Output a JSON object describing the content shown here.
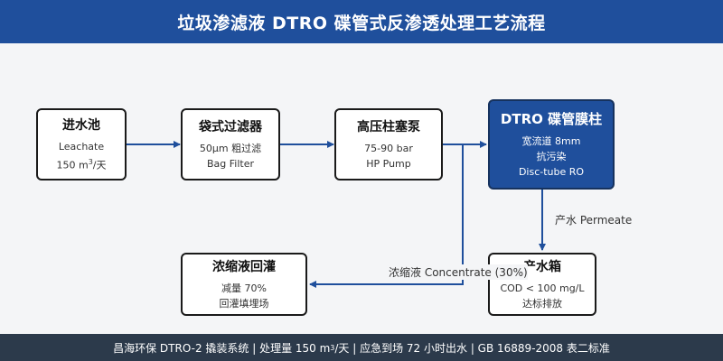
{
  "header": {
    "title": "垃圾渗滤液 DTRO 碟管式反渗透处理工艺流程"
  },
  "nodes": {
    "inlet_tank": {
      "title": "进水池",
      "line1": "Leachate",
      "line2_prefix": "150 m",
      "line2_sup": "3",
      "line2_suffix": "/天"
    },
    "bag_filter": {
      "title": "袋式过滤器",
      "line1": "50μm 粗过滤",
      "line2": "Bag Filter"
    },
    "hp_pump": {
      "title": "高压柱塞泵",
      "line1": "75-90 bar",
      "line2": "HP Pump"
    },
    "dtro_column": {
      "title": "DTRO 碟管膜柱",
      "line1": "宽流道 8mm",
      "line2": "抗污染",
      "line3": "Disc-tube RO"
    },
    "product_tank": {
      "title": "产水箱",
      "line1": "COD < 100 mg/L",
      "line2": "达标排放"
    },
    "concentrate_return": {
      "title": "浓缩液回灌",
      "line1": "减量 70%",
      "line2": "回灌填埋场"
    }
  },
  "edges": {
    "permeate_label": "产水 Permeate",
    "concentrate_label": "浓缩液 Concentrate (30%)"
  },
  "footer": {
    "text_prefix": "昌海环保 DTRO-2 撬装系统 | 处理量 150 m",
    "text_sup": "3",
    "text_suffix": "/天 | 应急到场 72 小时出水 | GB 16889-2008 表二标准"
  },
  "colors": {
    "header": "#1f4f9c",
    "arrow": "#1f4f9c",
    "footer": "#2c3a4b"
  }
}
